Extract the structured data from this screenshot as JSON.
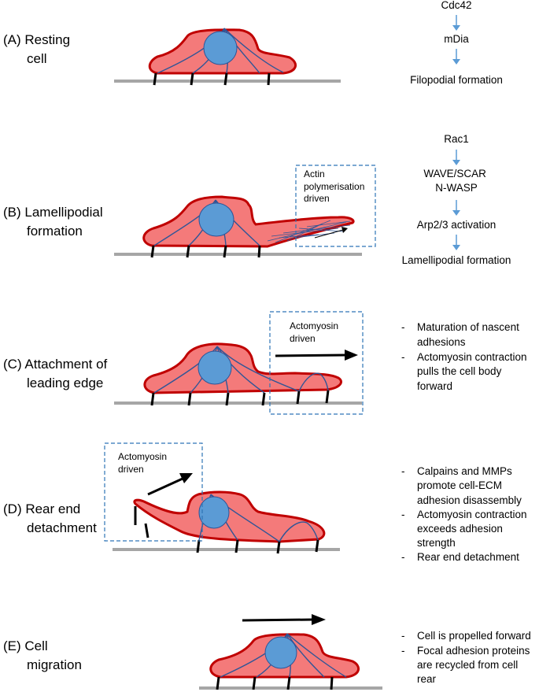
{
  "colors": {
    "cell_fill": "#f47a7a",
    "cell_stroke": "#c00000",
    "nucleus_fill": "#5b9bd5",
    "fiber_stroke": "#2f5597",
    "substrate": "#a6a6a6",
    "pathway_arrow": "#5b9bd5",
    "box_stroke": "#2e75b6",
    "motion_arrow": "#000000"
  },
  "stages": [
    {
      "id": "A",
      "title_lines": [
        "(A)  Resting",
        "cell"
      ],
      "pathway": [
        "Cdc42",
        "mDia",
        "Filopodial formation"
      ]
    },
    {
      "id": "B",
      "title_lines": [
        "(B)  Lamellipodial",
        "formation"
      ],
      "pathway": [
        "Rac1",
        "WAVE/SCAR\nN-WASP",
        "Arp2/3 activation",
        "Lamellipodial  formation"
      ],
      "box_label": [
        "Actin",
        "polymerisation",
        "driven"
      ]
    },
    {
      "id": "C",
      "title_lines": [
        "(C)  Attachment of",
        "leading edge"
      ],
      "notes": [
        [
          "Maturation of nascent",
          "adhesions"
        ],
        [
          "Actomyosin contraction",
          "pulls the cell body",
          "forward"
        ]
      ],
      "box_label": [
        "Actomyosin",
        "driven"
      ]
    },
    {
      "id": "D",
      "title_lines": [
        "(D)  Rear end",
        "detachment"
      ],
      "notes": [
        [
          "Calpains and MMPs",
          "promote cell-ECM",
          "adhesion disassembly"
        ],
        [
          "Actomyosin contraction",
          "exceeds adhesion",
          "strength"
        ],
        [
          "Rear end detachment"
        ]
      ],
      "box_label": [
        "Actomyosin",
        "driven"
      ]
    },
    {
      "id": "E",
      "title_lines": [
        "(E)  Cell",
        "migration"
      ],
      "notes": [
        [
          "Cell is propelled forward"
        ],
        [
          "Focal adhesion proteins",
          "are recycled from cell",
          "rear"
        ]
      ]
    }
  ]
}
